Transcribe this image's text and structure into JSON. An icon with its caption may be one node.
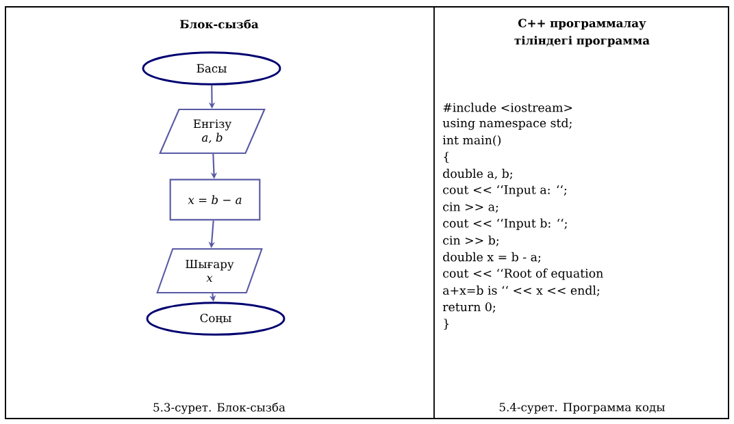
{
  "diagram": {
    "nodes": [
      {
        "text": [
          "Басы"
        ]
      },
      {
        "text": [
          "Енгізу",
          "a, b"
        ]
      },
      {
        "text": [
          "x = b − a"
        ]
      },
      {
        "text": [
          "Шығару",
          "x"
        ]
      },
      {
        "text": [
          "Соңы"
        ]
      }
    ],
    "edges": [
      {
        "from": 0,
        "to": 1,
        "arrow": "to"
      },
      {
        "from": 1,
        "to": 2,
        "arrow": "to"
      },
      {
        "from": 2,
        "to": 3,
        "arrow": "to"
      },
      {
        "from": 3,
        "to": 4,
        "arrow": "to"
      }
    ],
    "labels": [
      "Блок-сызба",
      "C++ программалау тіліндегі программа",
      "#include <iostream>",
      "using namespace std;",
      "int main()",
      "{",
      "double a, b;",
      "cout << ‘‘Input a: ‘‘;",
      "cin >> a;",
      "cout << ‘‘Input b: ‘‘;",
      "cin >> b;",
      "double x = b - a;",
      "cout << ‘‘Root of equation",
      "a+x=b is ‘‘ << x << endl;",
      "return 0;",
      "}",
      "5.3-сурет. Блок-сызба",
      "5.4-сурет. Программа коды"
    ]
  }
}
